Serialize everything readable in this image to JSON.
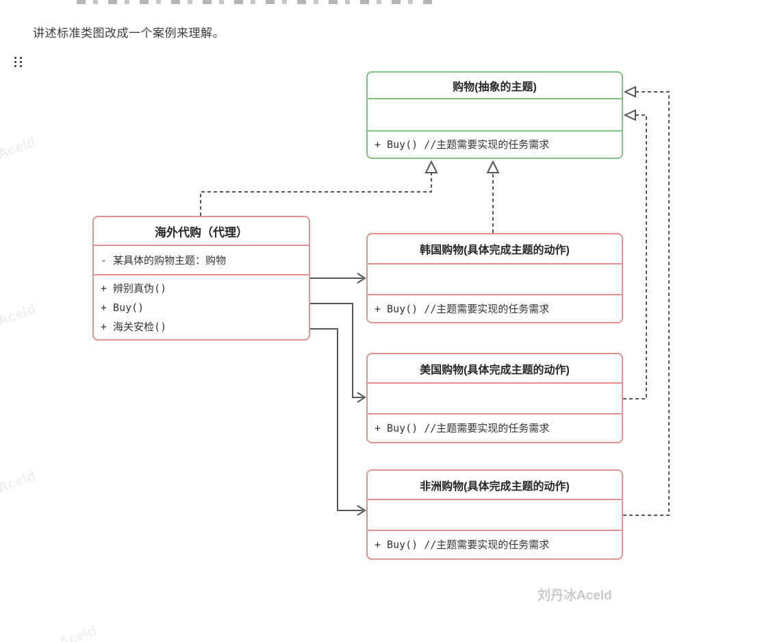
{
  "page": {
    "paragraph": "讲述标准类图改成一个案例来理解。"
  },
  "diagram": {
    "subject": {
      "title": "购物(抽象的主题)",
      "method": "+ Buy() //主题需要实现的任务需求"
    },
    "proxy": {
      "title": "海外代购（代理）",
      "attribute": "- 某具体的购物主题：购物",
      "methods": [
        "+ 辨别真伪()",
        "+ Buy()",
        "+ 海关安检()"
      ]
    },
    "korea": {
      "title": "韩国购物(具体完成主题的动作)",
      "method": "+ Buy() //主题需要实现的任务需求"
    },
    "usa": {
      "title": "美国购物(具体完成主题的动作)",
      "method": "+ Buy() //主题需要实现的任务需求"
    },
    "africa": {
      "title": "非洲购物(具体完成主题的动作)",
      "method": "+ Buy() //主题需要实现的任务需求"
    },
    "colors": {
      "abstract_border": "#7cc47e",
      "concrete_border": "#e98f8f",
      "connector": "#555555"
    }
  },
  "watermarks": {
    "bottom": "刘丹冰Aceld",
    "side": "Aceld"
  }
}
